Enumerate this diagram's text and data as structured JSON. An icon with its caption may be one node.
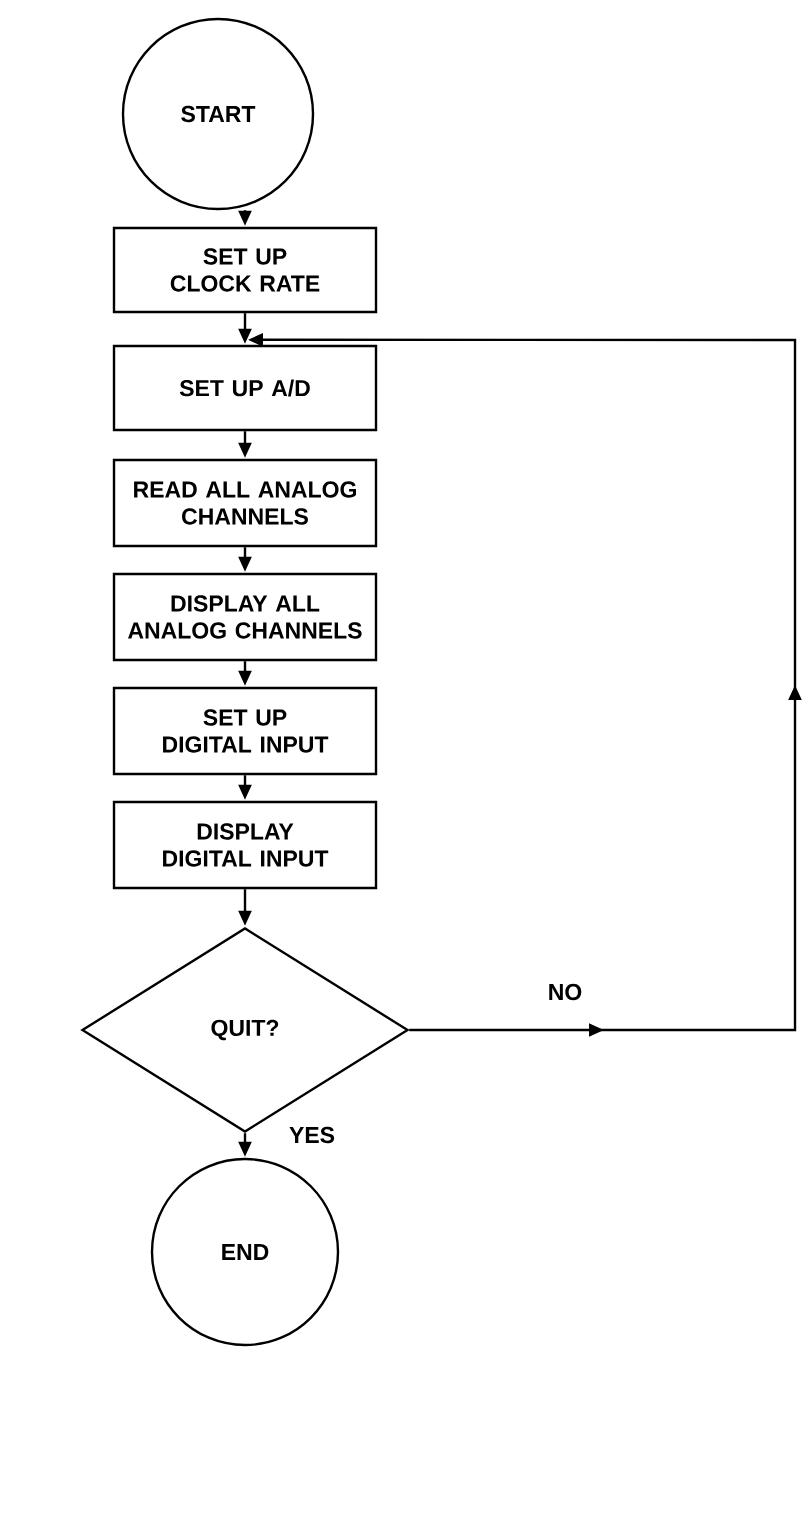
{
  "diagram": {
    "nodes": [
      {
        "text": [
          "START"
        ]
      },
      {
        "text": [
          "SET UP CLOCK RATE"
        ]
      },
      {
        "text": [
          "SET UP A/D"
        ]
      },
      {
        "text": [
          "READ ALL ANALOG CHANNELS"
        ]
      },
      {
        "text": [
          "DISPLAY ALL ANALOG CHANNELS"
        ]
      },
      {
        "text": [
          "SET UP DIGITAL INPUT"
        ]
      },
      {
        "text": [
          "DISPLAY DIGITAL INPUT"
        ]
      },
      {
        "text": [
          "QUIT?"
        ]
      },
      {
        "text": [
          "END"
        ]
      }
    ],
    "edges": [
      {
        "from": 0,
        "to": 1,
        "arrow": "to"
      },
      {
        "from": 1,
        "to": 2,
        "arrow": "to"
      },
      {
        "from": 2,
        "to": 3,
        "arrow": "to"
      },
      {
        "from": 3,
        "to": 4,
        "arrow": "to"
      },
      {
        "from": 4,
        "to": 5,
        "arrow": "to"
      },
      {
        "from": 5,
        "to": 6,
        "arrow": "to"
      },
      {
        "from": 6,
        "to": 7,
        "arrow": "to"
      },
      {
        "from": 7,
        "to": 2,
        "arrow": "to",
        "label": "NO"
      },
      {
        "from": 7,
        "to": 8,
        "arrow": "to",
        "label": "YES"
      }
    ]
  }
}
